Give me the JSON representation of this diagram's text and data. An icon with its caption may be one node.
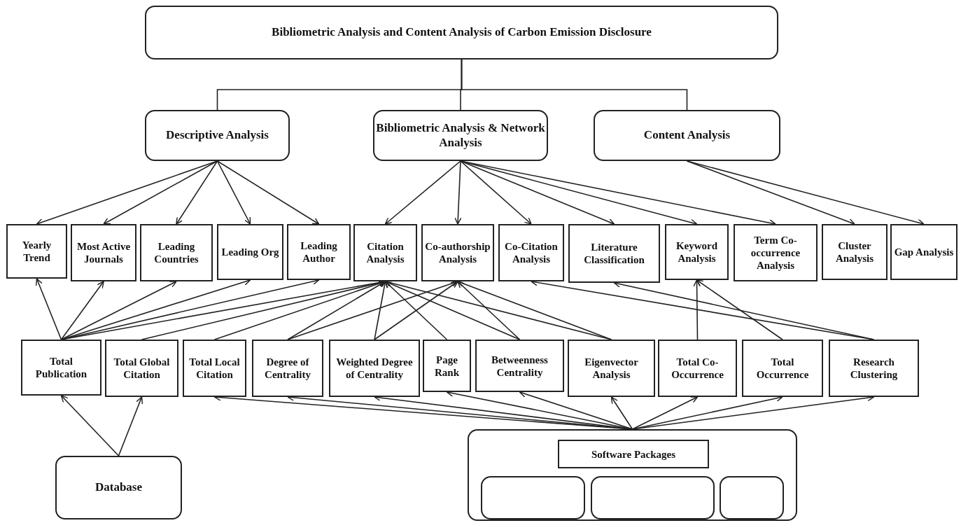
{
  "diagram": {
    "nodes": [
      {
        "text": [
          "Bibliometric Analysis and Content Analysis of Carbon Emission Disclosure"
        ]
      },
      {
        "text": [
          "Descriptive Analysis"
        ]
      },
      {
        "text": [
          "Bibliometric Analysis & Network Analysis"
        ]
      },
      {
        "text": [
          "Content Analysis"
        ]
      },
      {
        "text": [
          "Yearly Trend"
        ]
      },
      {
        "text": [
          "Most Active Journals"
        ]
      },
      {
        "text": [
          "Leading Countries"
        ]
      },
      {
        "text": [
          "Leading Org"
        ]
      },
      {
        "text": [
          "Leading Author"
        ]
      },
      {
        "text": [
          "Citation Analysis"
        ]
      },
      {
        "text": [
          "Co-authorship Analysis"
        ]
      },
      {
        "text": [
          "Co-Citation Analysis"
        ]
      },
      {
        "text": [
          "Literature Classification"
        ]
      },
      {
        "text": [
          "Keyword Analysis"
        ]
      },
      {
        "text": [
          "Term Co-occurrence Analysis"
        ]
      },
      {
        "text": [
          "Cluster Analysis"
        ]
      },
      {
        "text": [
          "Gap Analysis"
        ]
      },
      {
        "text": [
          "Total Publication"
        ]
      },
      {
        "text": [
          "Total Global Citation"
        ]
      },
      {
        "text": [
          "Total Local Citation"
        ]
      },
      {
        "text": [
          "Degree of Centrality"
        ]
      },
      {
        "text": [
          "Weighted Degree of Centrality"
        ]
      },
      {
        "text": [
          "Page Rank"
        ]
      },
      {
        "text": [
          "Betweenness Centrality"
        ]
      },
      {
        "text": [
          "Eigenvector Analysis"
        ]
      },
      {
        "text": [
          "Total Co-Occurrence"
        ]
      },
      {
        "text": [
          "Total Occurrence"
        ]
      },
      {
        "text": [
          "Research Clustering"
        ]
      },
      {
        "text": [
          "Database"
        ]
      },
      {
        "text": [],
        "shape": "box"
      },
      {
        "text": [
          "Software Packages"
        ],
        "in": 29
      },
      {
        "text": [],
        "shape": "box",
        "in": 29
      },
      {
        "text": [],
        "shape": "box",
        "in": 29
      },
      {
        "text": [],
        "shape": "box",
        "in": 29
      }
    ],
    "edges": [
      {
        "from": 0,
        "to": 1,
        "arrow": "none"
      },
      {
        "from": 0,
        "to": 2,
        "arrow": "none"
      },
      {
        "from": 0,
        "to": 3,
        "arrow": "none"
      },
      {
        "from": 1,
        "to": 4,
        "arrow": "to"
      },
      {
        "from": 1,
        "to": 5,
        "arrow": "to"
      },
      {
        "from": 1,
        "to": 6,
        "arrow": "to"
      },
      {
        "from": 1,
        "to": 7,
        "arrow": "to"
      },
      {
        "from": 1,
        "to": 8,
        "arrow": "to"
      },
      {
        "from": 2,
        "to": 9,
        "arrow": "to"
      },
      {
        "from": 2,
        "to": 10,
        "arrow": "to"
      },
      {
        "from": 2,
        "to": 11,
        "arrow": "to"
      },
      {
        "from": 2,
        "to": 12,
        "arrow": "to"
      },
      {
        "from": 2,
        "to": 13,
        "arrow": "to"
      },
      {
        "from": 2,
        "to": 14,
        "arrow": "to"
      },
      {
        "from": 3,
        "to": 15,
        "arrow": "to"
      },
      {
        "from": 3,
        "to": 16,
        "arrow": "to"
      },
      {
        "from": 17,
        "to": 4,
        "arrow": "to"
      },
      {
        "from": 17,
        "to": 5,
        "arrow": "to"
      },
      {
        "from": 17,
        "to": 6,
        "arrow": "to"
      },
      {
        "from": 17,
        "to": 7,
        "arrow": "to"
      },
      {
        "from": 17,
        "to": 8,
        "arrow": "to"
      },
      {
        "from": 17,
        "to": 9,
        "arrow": "to"
      },
      {
        "from": 18,
        "to": 9,
        "arrow": "to"
      },
      {
        "from": 19,
        "to": 9,
        "arrow": "to"
      },
      {
        "from": 20,
        "to": 9,
        "arrow": "to"
      },
      {
        "from": 20,
        "to": 10,
        "arrow": "to"
      },
      {
        "from": 21,
        "to": 9,
        "arrow": "to"
      },
      {
        "from": 21,
        "to": 10,
        "arrow": "to"
      },
      {
        "from": 22,
        "to": 9,
        "arrow": "to"
      },
      {
        "from": 23,
        "to": 9,
        "arrow": "to"
      },
      {
        "from": 23,
        "to": 10,
        "arrow": "to"
      },
      {
        "from": 24,
        "to": 9,
        "arrow": "to"
      },
      {
        "from": 24,
        "to": 10,
        "arrow": "to"
      },
      {
        "from": 25,
        "to": 13,
        "arrow": "to"
      },
      {
        "from": 26,
        "to": 13,
        "arrow": "to"
      },
      {
        "from": 27,
        "to": 11,
        "arrow": "to"
      },
      {
        "from": 27,
        "to": 12,
        "arrow": "to"
      },
      {
        "from": 28,
        "to": 17,
        "arrow": "to"
      },
      {
        "from": 28,
        "to": 18,
        "arrow": "to"
      },
      {
        "from": 29,
        "to": 19,
        "arrow": "to"
      },
      {
        "from": 29,
        "to": 20,
        "arrow": "to"
      },
      {
        "from": 29,
        "to": 21,
        "arrow": "to"
      },
      {
        "from": 29,
        "to": 22,
        "arrow": "to"
      },
      {
        "from": 29,
        "to": 23,
        "arrow": "to"
      },
      {
        "from": 29,
        "to": 24,
        "arrow": "to"
      },
      {
        "from": 29,
        "to": 25,
        "arrow": "to"
      },
      {
        "from": 29,
        "to": 26,
        "arrow": "to"
      },
      {
        "from": 29,
        "to": 27,
        "arrow": "to"
      }
    ]
  }
}
